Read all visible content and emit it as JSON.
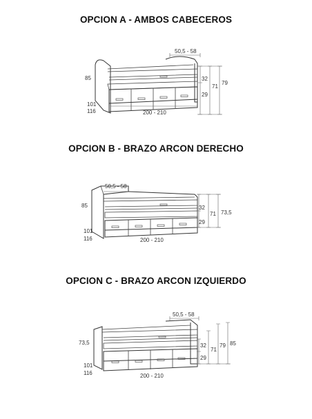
{
  "options": [
    {
      "title": "OPCION A - AMBOS CABECEROS",
      "dims": {
        "seat_width": "50,5 - 58",
        "left_height": "85",
        "depth_a": "101",
        "depth_b": "116",
        "length": "200 - 210",
        "upper_height": "32",
        "lower_height": "29",
        "total_inner": "71",
        "total_outer": "79"
      }
    },
    {
      "title": "OPCION B - BRAZO ARCON DERECHO",
      "dims": {
        "seat_width": "50,5 - 58",
        "left_height": "85",
        "depth_a": "101",
        "depth_b": "116",
        "length": "200 - 210",
        "upper_height": "32",
        "lower_height": "29",
        "total_inner": "71",
        "total_outer": "73,5"
      }
    },
    {
      "title": "OPCION C - BRAZO ARCON IZQUIERDO",
      "dims": {
        "seat_width": "50,5 - 58",
        "left_height": "73,5",
        "depth_a": "101",
        "depth_b": "116",
        "length": "200 - 210",
        "upper_height": "32",
        "lower_height": "29",
        "total_inner": "71",
        "total_outer": "79",
        "extra_outer": "85"
      }
    }
  ]
}
